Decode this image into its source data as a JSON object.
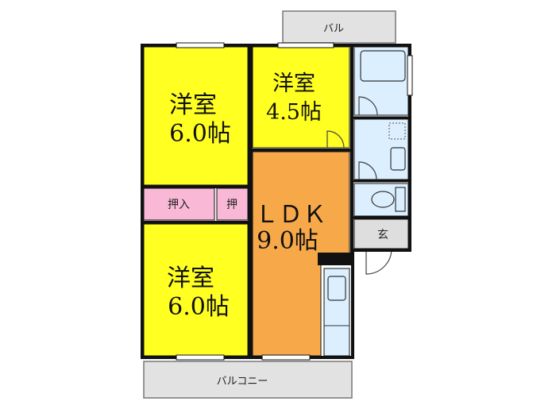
{
  "colors": {
    "bedroom": "#ffff22",
    "ldk": "#f7a94a",
    "closet": "#f9b8d5",
    "wet": "#dcefff",
    "balcony": "#e2e2e2",
    "entrance": "#dedede",
    "wall": "#111111"
  },
  "rooms": {
    "room_upper_left": {
      "name": "洋室",
      "size": "6.0帖"
    },
    "room_upper_mid": {
      "name": "洋室",
      "size": "4.5帖"
    },
    "room_lower_left": {
      "name": "洋室",
      "size": "6.0帖"
    },
    "ldk": {
      "name": "ＬＤＫ",
      "size": "9.0帖"
    },
    "closet_large": {
      "name": "押入"
    },
    "closet_small": {
      "name": "押"
    },
    "entrance": {
      "name": "玄"
    },
    "balcony_top": {
      "name": "バル"
    },
    "balcony_bottom": {
      "name": "バルコニー"
    }
  },
  "icons": [
    "bathtub-icon",
    "washbasin-icon",
    "washing-machine-icon",
    "toilet-icon",
    "kitchen-sink-icon",
    "door-swing-icon"
  ]
}
